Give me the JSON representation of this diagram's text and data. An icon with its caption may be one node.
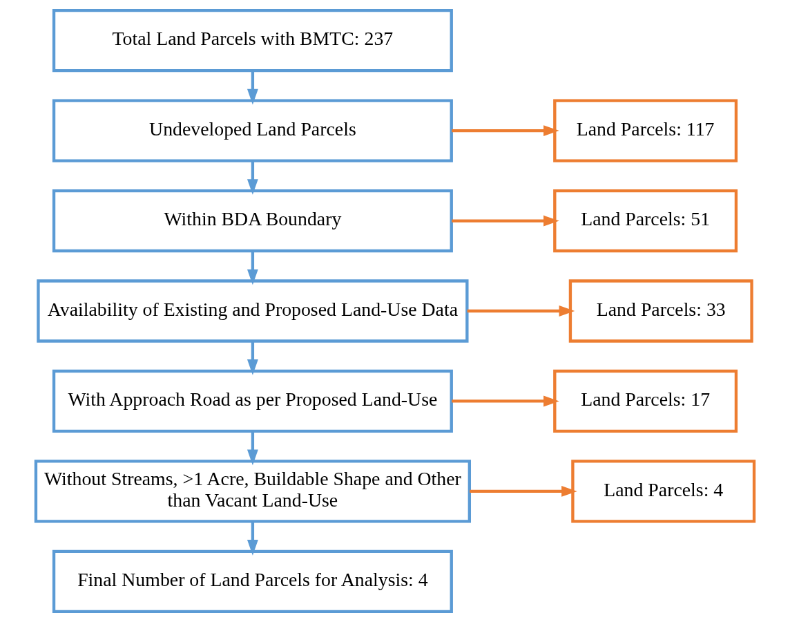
{
  "diagram": {
    "nodes": [
      {
        "text": [
          "Total Land Parcels with BMTC: 237"
        ]
      },
      {
        "text": [
          "Undeveloped Land Parcels"
        ]
      },
      {
        "text": [
          "Within BDA Boundary"
        ]
      },
      {
        "text": [
          "Availability of Existing and Proposed Land-Use Data"
        ]
      },
      {
        "text": [
          "With Approach Road as per Proposed Land-Use"
        ]
      },
      {
        "text": [
          "Without Streams, >1 Acre, Buildable Shape and Other than Vacant Land-Use"
        ]
      },
      {
        "text": [
          "Final Number of Land Parcels for Analysis: 4"
        ]
      },
      {
        "text": [
          "Land Parcels: 117"
        ]
      },
      {
        "text": [
          "Land Parcels: 51"
        ]
      },
      {
        "text": [
          "Land Parcels: 33"
        ]
      },
      {
        "text": [
          "Land Parcels: 17"
        ]
      },
      {
        "text": [
          "Land Parcels: 4"
        ]
      }
    ],
    "edges": [
      {
        "from": 0,
        "to": 1,
        "arrow": "to"
      },
      {
        "from": 1,
        "to": 2,
        "arrow": "to"
      },
      {
        "from": 2,
        "to": 3,
        "arrow": "to"
      },
      {
        "from": 3,
        "to": 4,
        "arrow": "to"
      },
      {
        "from": 4,
        "to": 5,
        "arrow": "to"
      },
      {
        "from": 5,
        "to": 6,
        "arrow": "to"
      },
      {
        "from": 1,
        "to": 7,
        "arrow": "to",
        "color": "#ed7d31"
      },
      {
        "from": 2,
        "to": 8,
        "arrow": "to",
        "color": "#ed7d31"
      },
      {
        "from": 3,
        "to": 9,
        "arrow": "to",
        "color": "#ed7d31"
      },
      {
        "from": 4,
        "to": 10,
        "arrow": "to",
        "color": "#ed7d31"
      },
      {
        "from": 5,
        "to": 11,
        "arrow": "to",
        "color": "#ed7d31"
      }
    ]
  }
}
